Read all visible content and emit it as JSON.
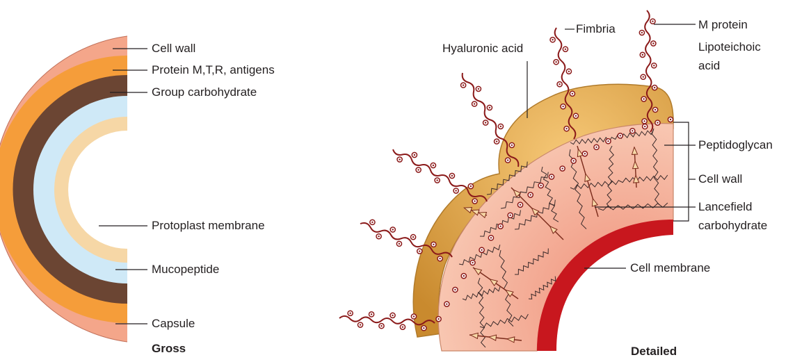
{
  "gross": {
    "caption": "Gross",
    "labels": {
      "cell_wall": "Cell wall",
      "protein": "Protein M,T,R, antigens",
      "group_carbohydrate": "Group carbohydrate",
      "protoplast_membrane": "Protoplast membrane",
      "mucopeptide": "Mucopeptide",
      "capsule": "Capsule"
    }
  },
  "detailed": {
    "caption": "Detailed",
    "labels": {
      "hyaluronic_acid": "Hyaluronic acid",
      "fimbria": "Fimbria",
      "m_protein": "M protein",
      "lipoteichoic_1": "Lipoteichoic",
      "lipoteichoic_2": "acid",
      "peptidoglycan": "Peptidoglycan",
      "cell_wall": "Cell wall",
      "lancefield_1": "Lancefield",
      "lancefield_2": "carbohydrate",
      "cell_membrane": "Cell  membrane"
    }
  },
  "colors": {
    "capsule": "#f4a68a",
    "protein_layer": "#f59d3a",
    "group_carbohydrate": "#6b4533",
    "mucopeptide": "#cfe9f7",
    "protoplast_membrane": "#f6d7a6",
    "hyaluronic_capsule": "#d99a3c",
    "cell_wall_fill": "#f2b49d",
    "cell_membrane": "#c8171e",
    "fimbria": "#8b1a1a",
    "leader_line": "#231f20"
  }
}
